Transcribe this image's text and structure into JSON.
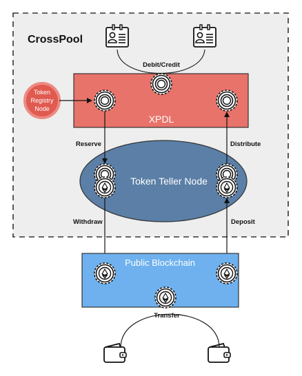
{
  "title": "CrossPool",
  "nodes": {
    "xpdl": "XPDL",
    "token_registry": [
      "Token",
      "Registry",
      "Node"
    ],
    "token_teller": "Token Teller Node",
    "public_blockchain": "Public Blockchain"
  },
  "edges": {
    "debit_credit": "Debit/Credit",
    "reserve": "Reserve",
    "distribute": "Distribute",
    "withdraw": "Withdraw",
    "deposit": "Deposit",
    "transfer": "Transfer"
  },
  "colors": {
    "xpdl_fill": "#e8736a",
    "registry_fill": "#e05a4f",
    "teller_fill": "#5b7fa6",
    "blockchain_fill": "#6eb1ee",
    "border_dash": "#333333"
  },
  "icons": {
    "users": "id-badge-icon",
    "tokens": "token-coin-icon",
    "eth_tokens": "ethereum-coin-icon",
    "wallets": "wallet-icon"
  }
}
